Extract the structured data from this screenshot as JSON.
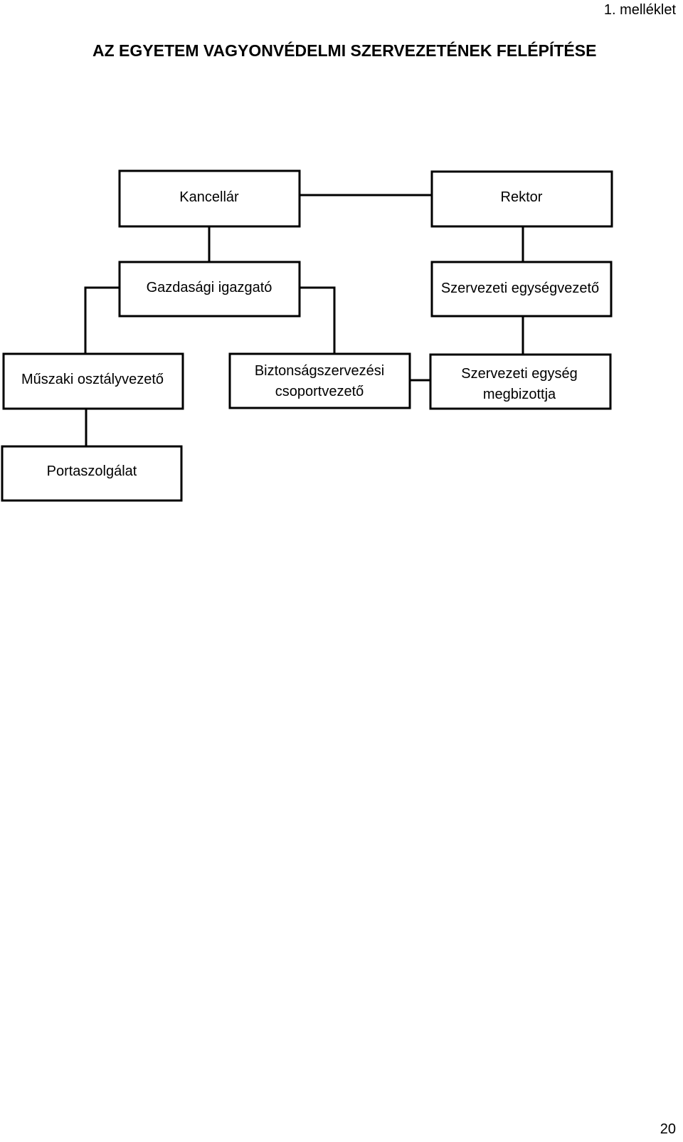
{
  "header": {
    "annex_label": "1. melléklet",
    "title": "AZ EGYETEM VAGYONVÉDELMI SZERVEZETÉNEK FELÉPÍTÉSE"
  },
  "chart": {
    "nodes": {
      "kancellar": [
        "Kancellár"
      ],
      "rektor": [
        "Rektor"
      ],
      "gazdasagi": [
        "Gazdasági igazgató"
      ],
      "szervezeti_vezeto": [
        "Szervezeti egységvezető"
      ],
      "muszaki": [
        "Műszaki osztályvezető"
      ],
      "biztonsag": [
        "Biztonságszervezési",
        "csoportvezető"
      ],
      "megbizott": [
        "Szervezeti egység",
        "megbizottja"
      ],
      "porta": [
        "Portaszolgálat"
      ]
    }
  },
  "footer": {
    "page_number": "20"
  }
}
